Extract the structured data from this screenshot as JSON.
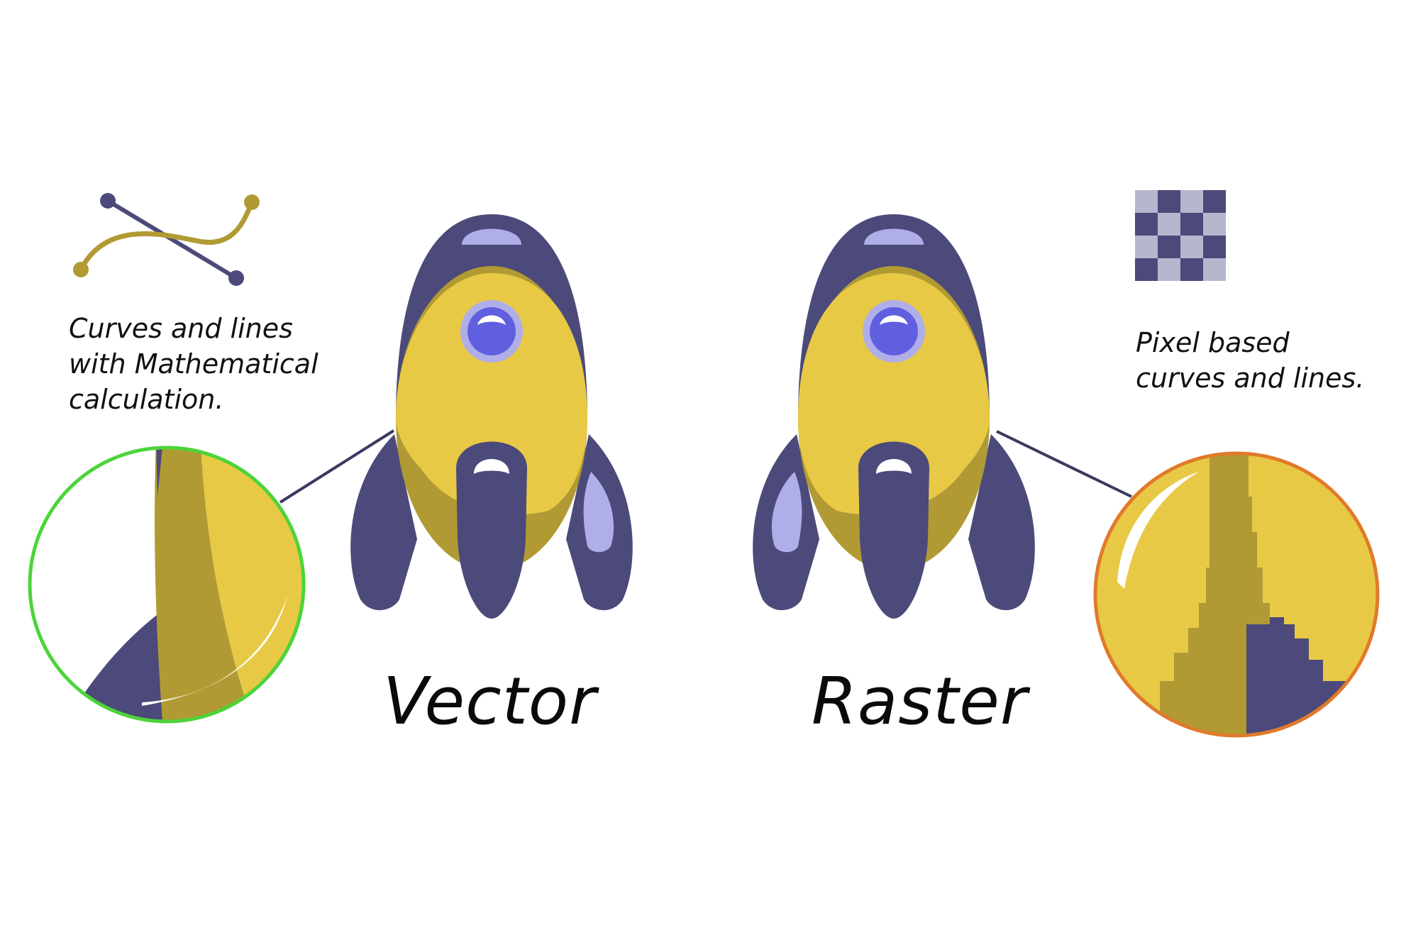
{
  "vector": {
    "title": "Vector",
    "caption": "Curves and lines\nwith Mathematical\ncalculation."
  },
  "raster": {
    "title": "Raster",
    "caption": "Pixel based\ncurves and lines."
  },
  "colors": {
    "body_yellow": "#E8C945",
    "body_shadow": "#B19A33",
    "navy": "#4B4A7A",
    "lavender": "#B0AEE8",
    "porthole": "#5F5FE0",
    "zoom_vector_ring": "#4CD43A",
    "zoom_raster_ring": "#E07A2A",
    "curve_gold": "#B19A33",
    "checker_light": "#B6B6CE",
    "checker_dark": "#4B4A7A"
  },
  "icons": {
    "vector": "bezier-curve-icon",
    "raster": "pixel-grid-icon"
  }
}
